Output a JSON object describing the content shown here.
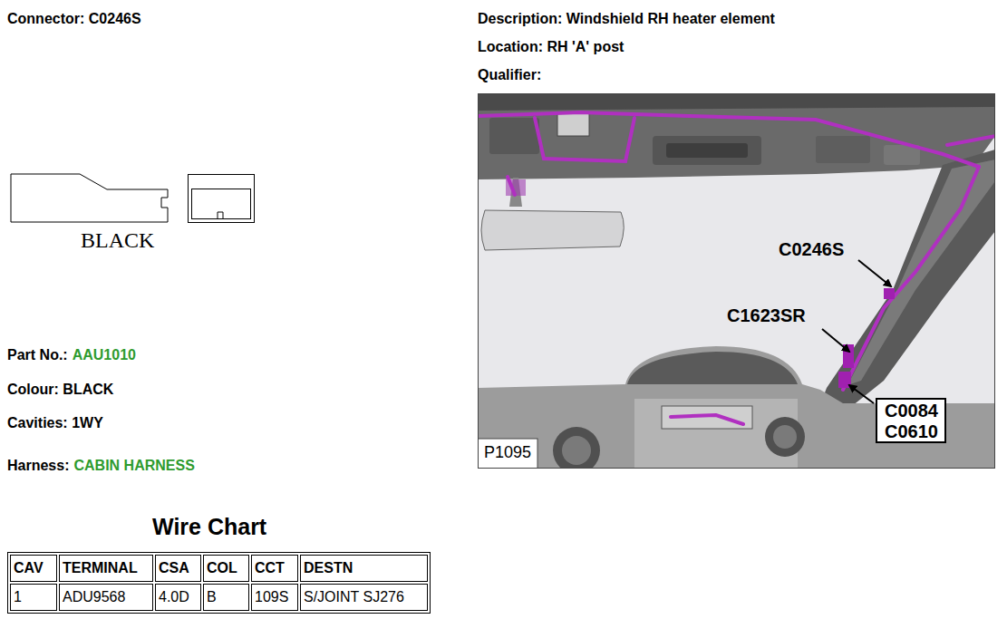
{
  "diagram": {
    "labels": [
      "Connector: C0246S",
      "Description: Windshield RH heater element",
      "Location: RH 'A' post",
      "Qualifier:",
      "BLACK",
      "Part No.:",
      "AAU1010",
      "Colour: BLACK",
      "Cavities: 1WY",
      "Harness:",
      "CABIN HARNESS",
      "Wire Chart",
      "CAV",
      "TERMINAL",
      "CSA",
      "COL",
      "CCT",
      "DESTN",
      "1",
      "ADU9568",
      "4.0D",
      "B",
      "109S",
      "S/JOINT SJ276",
      "C0246S",
      "C1623SR",
      "C0084",
      "C0610",
      "P1095"
    ]
  }
}
